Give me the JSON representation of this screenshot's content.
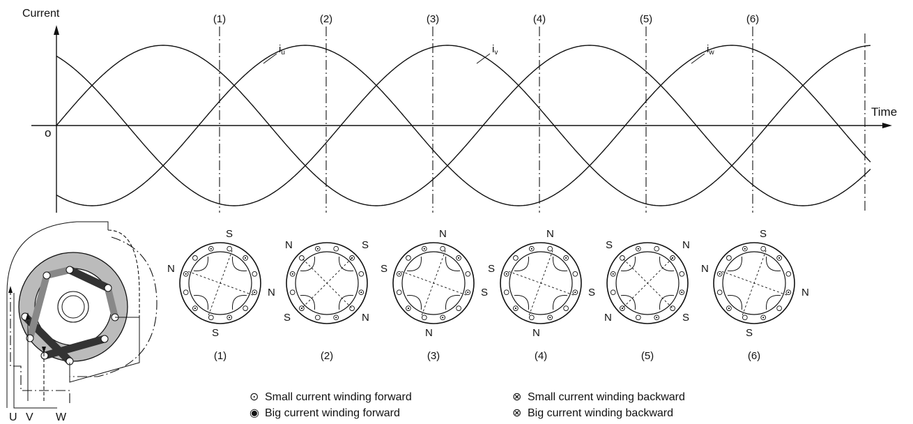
{
  "axes": {
    "y_label": "Current",
    "x_label": "Time",
    "origin_label": "o"
  },
  "markers": [
    "(1)",
    "(2)",
    "(3)",
    "(4)",
    "(5)",
    "(6)"
  ],
  "curves": [
    {
      "label": "i",
      "subscript": "u"
    },
    {
      "label": "i",
      "subscript": "v"
    },
    {
      "label": "i",
      "subscript": "w"
    }
  ],
  "rotor_states": [
    {
      "label": "(1)",
      "poles": [
        "S",
        "N",
        "N",
        "S"
      ]
    },
    {
      "label": "(2)",
      "poles": [
        "N",
        "S",
        "S",
        "N"
      ]
    },
    {
      "label": "(3)",
      "poles": [
        "N",
        "S",
        "S",
        "N"
      ]
    },
    {
      "label": "(4)",
      "poles": [
        "N",
        "S",
        "S",
        "N"
      ]
    },
    {
      "label": "(5)",
      "poles": [
        "S",
        "N",
        "N",
        "S"
      ]
    },
    {
      "label": "(6)",
      "poles": [
        "S",
        "N",
        "N",
        "S"
      ]
    }
  ],
  "terminals": [
    "U",
    "V",
    "W"
  ],
  "legend": [
    {
      "symbol": "⊙",
      "text": "Small current winding forward"
    },
    {
      "symbol": "⊗",
      "text": "Small current winding backward"
    },
    {
      "symbol": "◉",
      "text": "Big current winding forward"
    },
    {
      "symbol": "⊗",
      "text": "Big current winding backward"
    }
  ]
}
